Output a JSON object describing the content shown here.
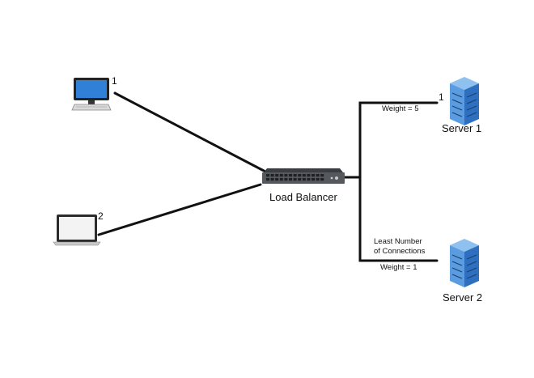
{
  "diagram": {
    "clients": [
      {
        "id": "1",
        "icon": "desktop-computer-icon"
      },
      {
        "id": "2",
        "icon": "laptop-icon"
      }
    ],
    "load_balancer": {
      "label": "Load Balancer",
      "icon": "network-switch-icon"
    },
    "servers": [
      {
        "label": "Server 1",
        "marker": "1",
        "icon": "server-rack-icon",
        "weight": "Weight = 5"
      },
      {
        "label": "Server 2",
        "icon": "server-rack-icon",
        "note_line1": "Least Number",
        "note_line2": "of Connections",
        "weight": "Weight = 1"
      }
    ],
    "colors": {
      "line": "#111111",
      "server_blue": "#5b9be0",
      "server_dark": "#2f5f9e",
      "switch_body": "#55595e",
      "monitor_screen": "#2f80d6"
    }
  }
}
